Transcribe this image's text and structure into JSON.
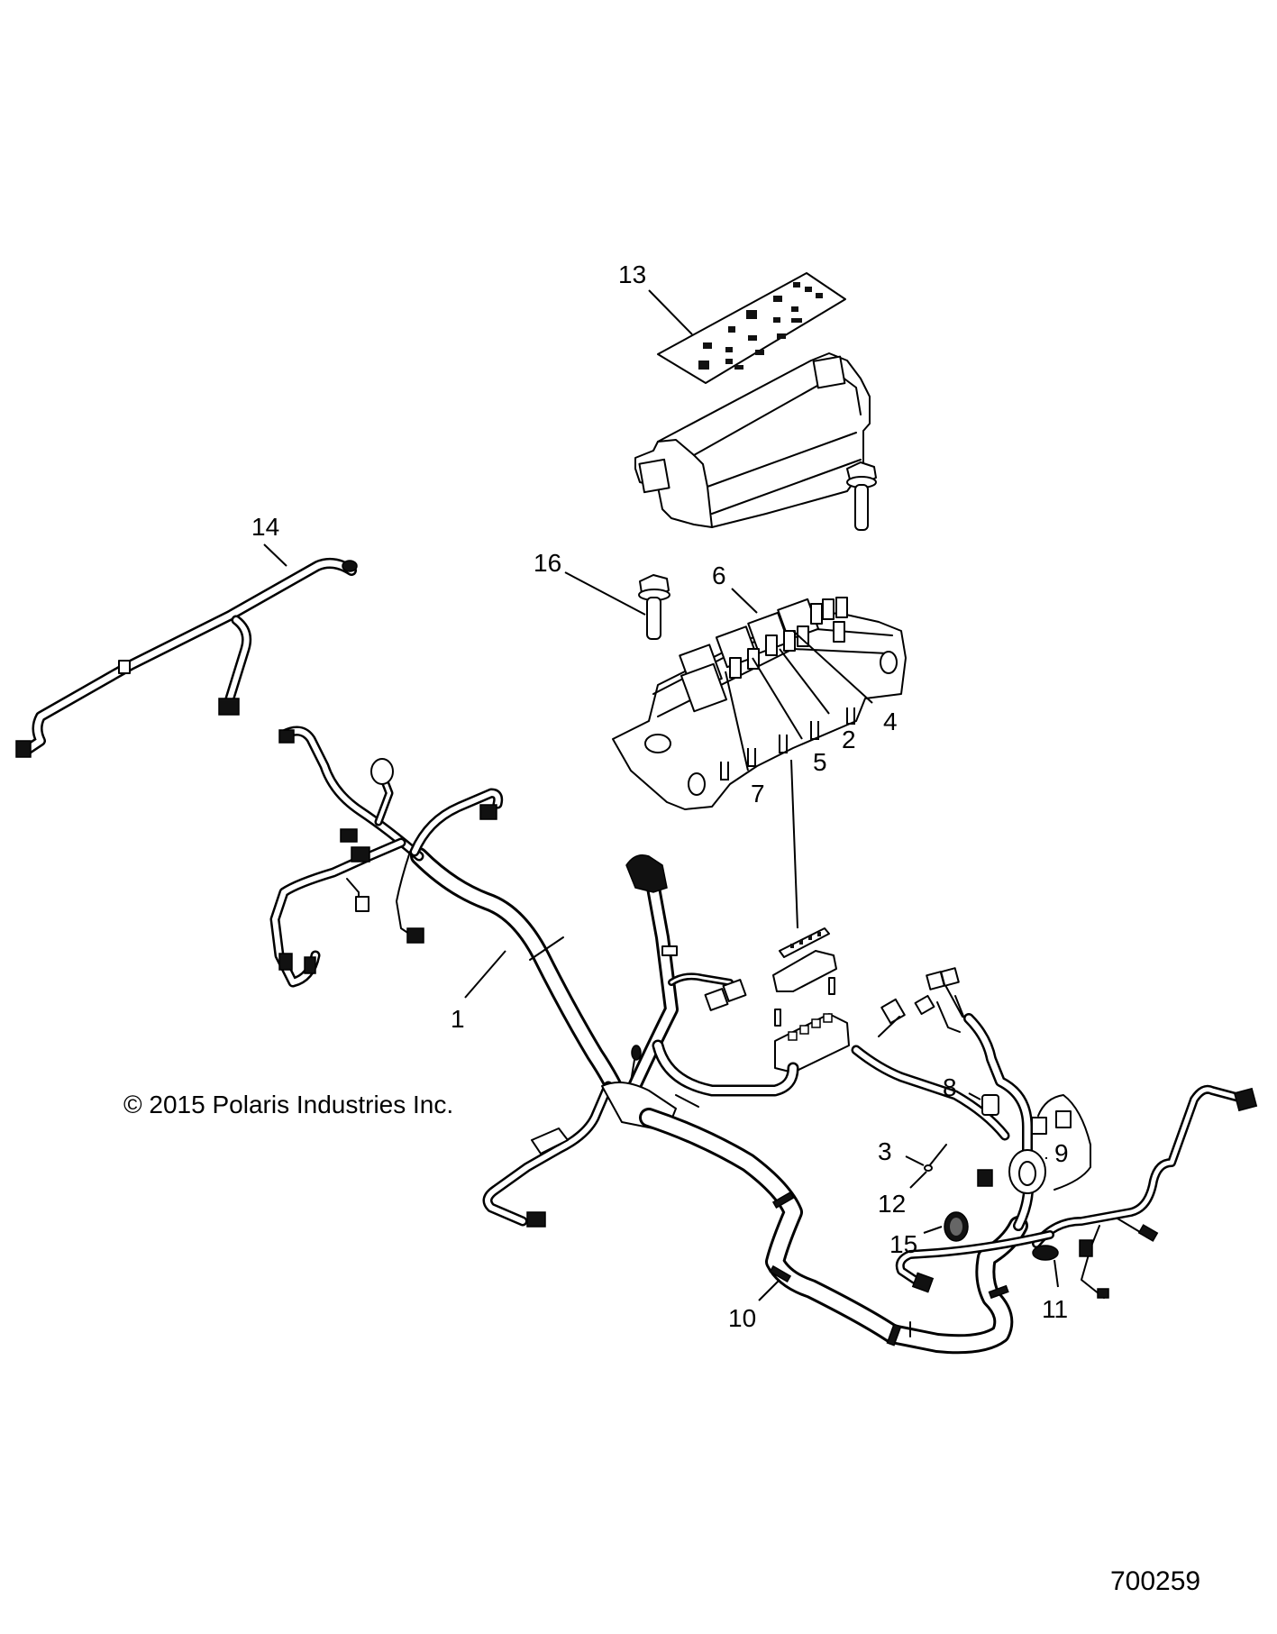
{
  "diagram": {
    "title": "Wire Harness Assembly",
    "copyright": "© 2015 Polaris Industries Inc.",
    "figure_number": "700259",
    "callouts": [
      {
        "id": "1",
        "label": "1",
        "part": "main-wire-harness"
      },
      {
        "id": "2",
        "label": "2",
        "part": "fuse"
      },
      {
        "id": "3",
        "label": "3",
        "part": "ground-wire"
      },
      {
        "id": "4",
        "label": "4",
        "part": "fuse"
      },
      {
        "id": "5",
        "label": "5",
        "part": "fuse"
      },
      {
        "id": "6",
        "label": "6",
        "part": "relay"
      },
      {
        "id": "7",
        "label": "7",
        "part": "fuse"
      },
      {
        "id": "8",
        "label": "8",
        "part": "connector"
      },
      {
        "id": "9",
        "label": "9",
        "part": "grommet"
      },
      {
        "id": "10",
        "label": "10",
        "part": "harness-sleeve"
      },
      {
        "id": "11",
        "label": "11",
        "part": "cable-tie"
      },
      {
        "id": "12",
        "label": "12",
        "part": "ring-terminal"
      },
      {
        "id": "13",
        "label": "13",
        "part": "fuse-box-decal"
      },
      {
        "id": "14",
        "label": "14",
        "part": "sub-harness"
      },
      {
        "id": "15",
        "label": "15",
        "part": "plug"
      },
      {
        "id": "16",
        "label": "16",
        "part": "bolt"
      }
    ]
  }
}
